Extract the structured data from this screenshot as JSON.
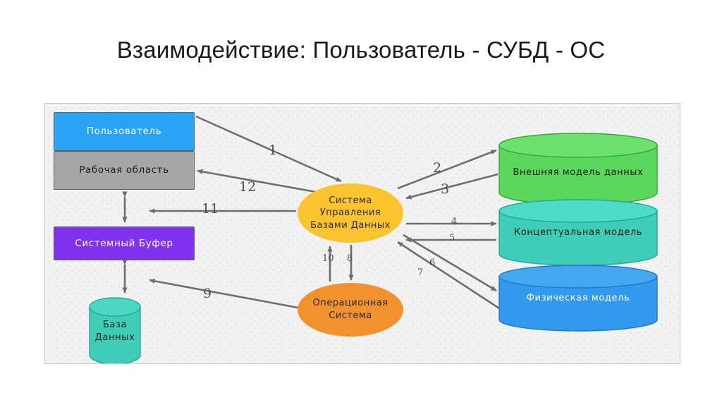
{
  "page": {
    "title": "Взаимодействие: Пользователь - СУБД - ОС",
    "background": "#ffffff"
  },
  "panel": {
    "background": "#f2f2f2",
    "border_color": "#c9c9c9",
    "pattern": "dot-grid"
  },
  "nodes": {
    "user": {
      "label": "Пользователь",
      "shape": "rectangle",
      "color": "#29a3f5",
      "text_color": "#ffffff"
    },
    "workspace": {
      "label": "Рабочая область",
      "shape": "rectangle",
      "color": "#a6a6a6",
      "text_color": "#1f1f1f"
    },
    "buffer": {
      "label": "Системный Буфер",
      "shape": "rectangle",
      "color": "#8033ef",
      "text_color": "#ffffff"
    },
    "database": {
      "label_line1": "База",
      "label_line2": "Данных",
      "shape": "cylinder",
      "color": "#3fcdb8",
      "text_color": "#1f1f1f"
    },
    "dbms": {
      "label_line1": "Система",
      "label_line2": "Управления",
      "label_line3": "Базами  Данных",
      "shape": "ellipse",
      "color": "#fac330",
      "text_color": "#2b2b2b"
    },
    "os": {
      "label_line1": "Операционная",
      "label_line2": "Система",
      "shape": "ellipse",
      "color": "#f2922f",
      "text_color": "#2b2b2b"
    },
    "external_model": {
      "label": "Внешняя  модель  данных",
      "shape": "cylinder",
      "color": "#5cd65c",
      "text_color": "#1f1f1f"
    },
    "conceptual_model": {
      "label": "Концептуальная  модель",
      "shape": "cylinder",
      "color": "#3fcdb8",
      "text_color": "#1f1f1f"
    },
    "physical_model": {
      "label": "Физическая  модель",
      "shape": "cylinder",
      "color": "#3399ed",
      "text_color": "#ffffff"
    }
  },
  "connector_labels": {
    "n1": "1",
    "n2": "2",
    "n3": "3",
    "n4": "4",
    "n5": "5",
    "n6": "6",
    "n7": "7",
    "n8": "8",
    "n9": "9",
    "n10": "10",
    "n11": "11",
    "n12": "12"
  },
  "colors": {
    "arrow": "#6e6e6e",
    "node_stroke": "#5f5f5f"
  }
}
